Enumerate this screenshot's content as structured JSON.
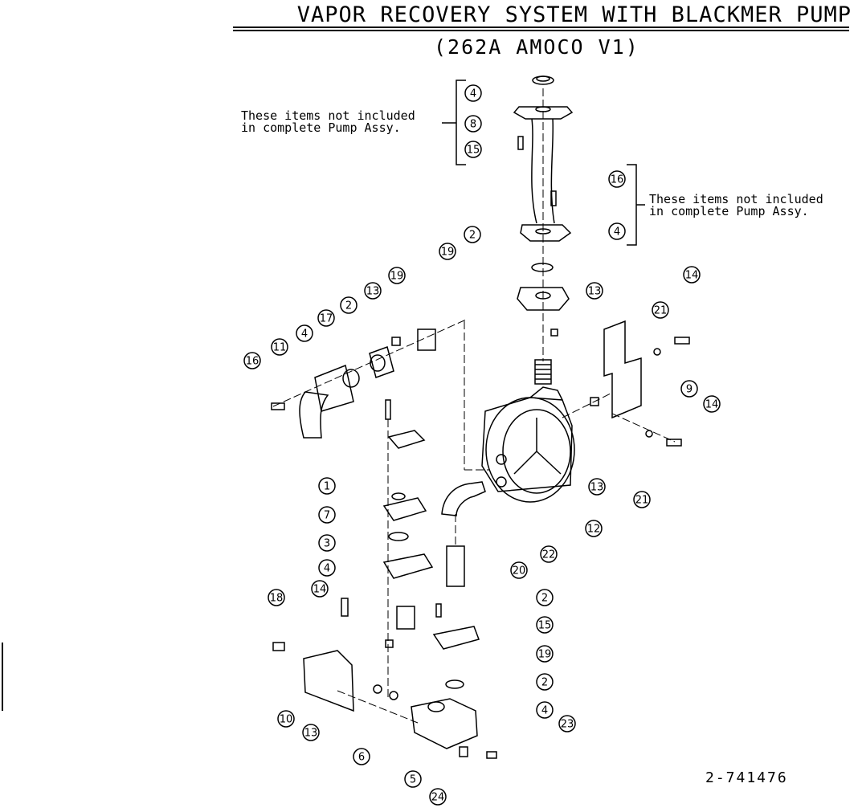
{
  "title": "VAPOR RECOVERY SYSTEM WITH BLACKMER PUMP",
  "subtitle": "(262A AMOCO V1)",
  "notes": [
    {
      "line1": "These items not included",
      "line2": "in complete Pump Assy."
    },
    {
      "line1": "These items not included",
      "line2": "in complete Pump Assy."
    }
  ],
  "drawing_number": "2-741476",
  "callouts": [
    "4",
    "8",
    "15",
    "16",
    "4",
    "2",
    "19",
    "13",
    "21",
    "14",
    "19",
    "13",
    "2",
    "17",
    "4",
    "11",
    "16",
    "9",
    "14",
    "13",
    "21",
    "1",
    "7",
    "12",
    "3",
    "22",
    "4",
    "20",
    "2",
    "14",
    "18",
    "15",
    "19",
    "2",
    "4",
    "10",
    "13",
    "6",
    "23",
    "5",
    "24"
  ]
}
